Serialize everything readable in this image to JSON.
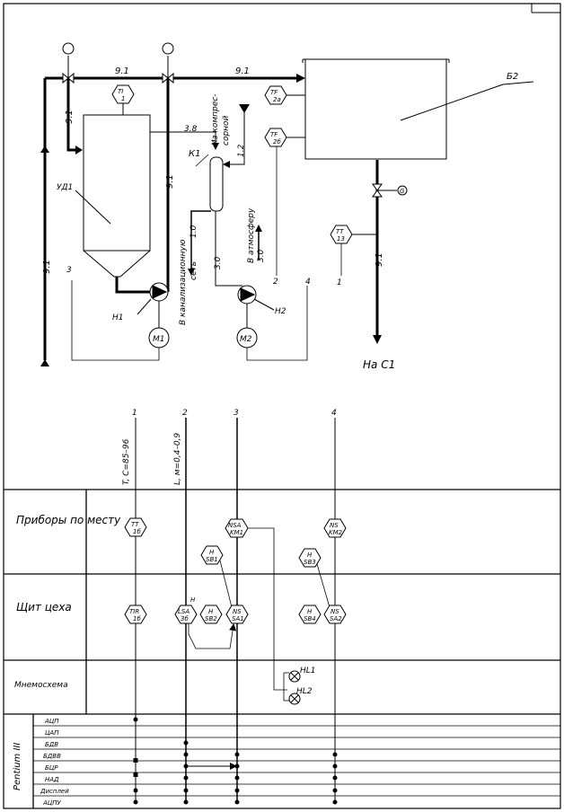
{
  "diagram": {
    "equipment": {
      "tank": "Б2",
      "vessel": "УД1",
      "cooler": "К1",
      "pump1": "Н1",
      "pump2": "Н2",
      "motor1": "М1",
      "motor2": "М2"
    },
    "flows": {
      "feed": "9.1",
      "vapor": "3.8",
      "water_in": "1.2",
      "water_out": "1.0",
      "gas": "3.0",
      "to_c1": "9.1"
    },
    "notes": {
      "from_compressor": "Из компрес-сорной",
      "to_sewer": "В канализационную сеть",
      "to_atmosphere": "В атмосферу",
      "to_c1": "На С1"
    },
    "line_numbers": [
      "1",
      "2",
      "3",
      "4"
    ],
    "instruments": {
      "ti1": [
        "TI",
        "1"
      ],
      "tf2a": [
        "TF",
        "2а"
      ],
      "tf2b": [
        "TF",
        "2б"
      ],
      "ti13": [
        "TT",
        "13"
      ],
      "valve_g": "G"
    },
    "line_specs": {
      "l1": "T, C=85–96",
      "l2": "L, м=0,4–0,9"
    },
    "rows": {
      "field": "Приборы по месту",
      "panel": "Щит цеха",
      "mimic": "Мнемосхема",
      "pc": "Pentium III"
    },
    "devices": {
      "tt1b": [
        "TT",
        "1б"
      ],
      "nsa_km1": [
        "NSA",
        "KM1"
      ],
      "ns_km2": [
        "NS",
        "KM2"
      ],
      "h_sb1": [
        "H",
        "SB1"
      ],
      "h_sb3": [
        "H",
        "SB3"
      ],
      "tir1b": [
        "TIR",
        "1б"
      ],
      "lsa3b": [
        "LSA",
        "3б"
      ],
      "lsa_top": "H",
      "h_sb2": [
        "H",
        "SB2"
      ],
      "ns_sa1": [
        "NS",
        "SA1"
      ],
      "h_sb4": [
        "H",
        "SB4"
      ],
      "ns_sa2": [
        "NS",
        "SA2"
      ],
      "hl1": "HL1",
      "hl2": "HL2"
    },
    "signals": [
      "АЦП",
      "ЦАП",
      "БДВ",
      "БДВВ",
      "БЦР",
      "НАД",
      "Дисплей",
      "АЦПУ"
    ]
  }
}
